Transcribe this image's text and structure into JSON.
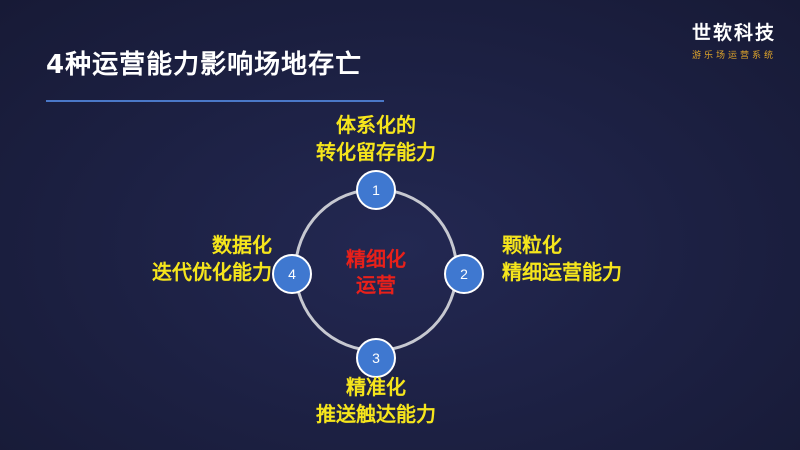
{
  "slide": {
    "title": "4种运营能力影响场地存亡"
  },
  "logo": {
    "name": "世软科技",
    "tagline": "游乐场运营系统",
    "tagline_color": "#e0a52a"
  },
  "diagram": {
    "center": {
      "line1": "精细化",
      "line2": "运营",
      "color": "#e8201a"
    },
    "nodes": [
      {
        "number": "1",
        "line1": "体系化的",
        "line2": "转化留存能力"
      },
      {
        "number": "2",
        "line1": "颗粒化",
        "line2": "精细运营能力"
      },
      {
        "number": "3",
        "line1": "精准化",
        "line2": "推送触达能力"
      },
      {
        "number": "4",
        "line1": "数据化",
        "line2": "迭代优化能力"
      }
    ],
    "node_color": "#3f78d0",
    "label_color": "#f5e51c"
  }
}
